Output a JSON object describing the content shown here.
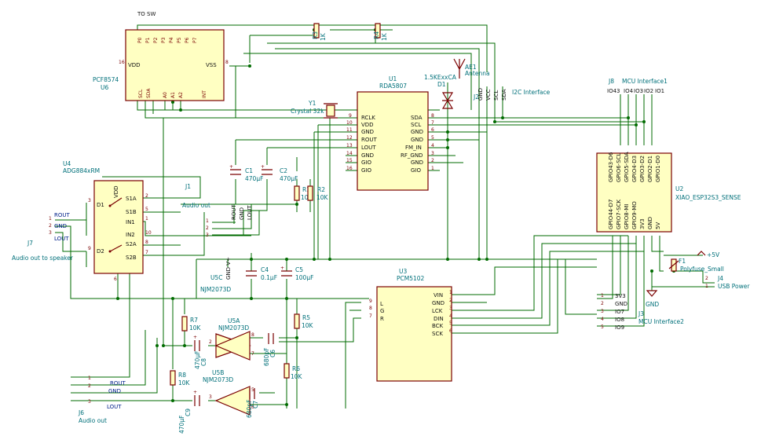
{
  "texts": {
    "to_sw": "TO SW",
    "u6_part": "PCF8574",
    "u6_ref": "U6",
    "u6_vdd": "VDD",
    "u6_vss": "VSS",
    "u6_pins_top": [
      "P0",
      "P1",
      "P2",
      "P3",
      "P4",
      "P5",
      "P6",
      "P7"
    ],
    "u6_pins_bottom": [
      "SCL",
      "SDA",
      "A0",
      "A1",
      "A2",
      "INT"
    ],
    "r3_ref": "R3",
    "r3_val": "1K",
    "r4_ref": "R4",
    "r4_val": "1K",
    "ae1_ref": "AE1",
    "ae1_val": "Antenna",
    "d1_val": "1.5KExxCA",
    "d1_ref": "D1",
    "j2_ref": "J2",
    "j2_pins": [
      "GND",
      "VCC",
      "SCL",
      "SDA"
    ],
    "i2c_label": "I2C Interface",
    "u1_ref": "U1",
    "u1_part": "RDA5807",
    "u1_left": [
      "RCLK",
      "VDD",
      "GND",
      "ROUT",
      "LOUT",
      "GND",
      "GIO",
      "GIO"
    ],
    "u1_left_nums": [
      "9",
      "10",
      "11",
      "12",
      "13",
      "14",
      "15",
      "16"
    ],
    "u1_right": [
      "SDA",
      "SCL",
      "GND",
      "GND",
      "FM_IN",
      "RF_GND",
      "GND",
      "GIO"
    ],
    "u1_right_nums": [
      "8",
      "7",
      "6",
      "5",
      "4",
      "3",
      "2",
      "1"
    ],
    "y1_ref": "Y1",
    "y1_val": "Crystal 32k",
    "j8_ref": "J8",
    "j8_title": "MCU Interface1",
    "j8_pins": [
      "IO43",
      "IO4",
      "IO3",
      "IO2",
      "IO1"
    ],
    "u2_ref": "U2",
    "u2_part": "XIAO_ESP32S3_SENSE",
    "u2_pins": [
      "GPIO43-D6",
      "GPIO44-D7",
      "GPIO6-SCL",
      "GPIO7-SCK",
      "GPIO5-SDA",
      "GPIO8-MI",
      "GPIO4-D3",
      "GPIO9-MO",
      "GPIO3-D2",
      "3V3",
      "GPIO2-D1",
      "GND",
      "GPIO1-D0",
      "5V"
    ],
    "u4_ref": "U4",
    "u4_part": "ADG884xRM",
    "u4_pins": [
      "VDD",
      "D1",
      "S1A",
      "S1B",
      "IN1",
      "IN2",
      "D2",
      "S2A",
      "S2B"
    ],
    "j1_ref": "J1",
    "j1_val": "Audio out",
    "j1_pins": [
      "ROUT",
      "GND",
      "LOUT"
    ],
    "c1_ref": "C1",
    "c1_val": "470µF",
    "c2_ref": "C2",
    "c2_val": "470µF",
    "r1_ref": "R1",
    "r1_val": "10K",
    "r2_ref": "R2",
    "r2_val": "10K",
    "j7_ref": "J7",
    "j7_val": "Audio out to speaker",
    "j7_pins": [
      "ROUT",
      "GND",
      "LOUT"
    ],
    "c4_ref": "C4",
    "c4_val": "0.1µF",
    "c5_ref": "C5",
    "c5_val": "100µF",
    "u5c_ref": "U5C",
    "u5c_part": "NJM2073D",
    "u3_ref": "U3",
    "u3_part": "PCM5102",
    "u3_left": [
      "L",
      "G",
      "R"
    ],
    "u3_right": [
      "VIN",
      "GND",
      "LCK",
      "DIN",
      "BCK",
      "SCK"
    ],
    "u5a_ref": "U5A",
    "u5a_part": "NJM2073D",
    "u5b_ref": "U5B",
    "u5b_part": "NJM2073D",
    "r7_ref": "R7",
    "r7_val": "10K",
    "r8_ref": "R8",
    "r8_val": "10K",
    "r5_ref": "R5",
    "r5_val": "10K",
    "r6_ref": "R6",
    "r6_val": "10K",
    "c8_ref": "C8",
    "c8_val": "470µF",
    "c9_ref": "C9",
    "c9_val": "470µF",
    "c6_ref": "C6",
    "c6_val": "680pF",
    "c7_ref": "C7",
    "c7_val": "680pF",
    "j6_ref": "J6",
    "j6_val": "Audio out",
    "j6_pins": [
      "ROUT",
      "GND",
      "LOUT"
    ],
    "f1_ref": "F1",
    "f1_val": "Polyfuse_Small",
    "plus5v": "+5V",
    "j4_ref": "J4",
    "j4_val": "USB Power",
    "j3_ref": "J3",
    "j3_val": "MCU Interface2",
    "j3_pins": [
      "3V3",
      "GND",
      "IO7",
      "IO8",
      "IO9"
    ],
    "gnd_label": "GND"
  }
}
